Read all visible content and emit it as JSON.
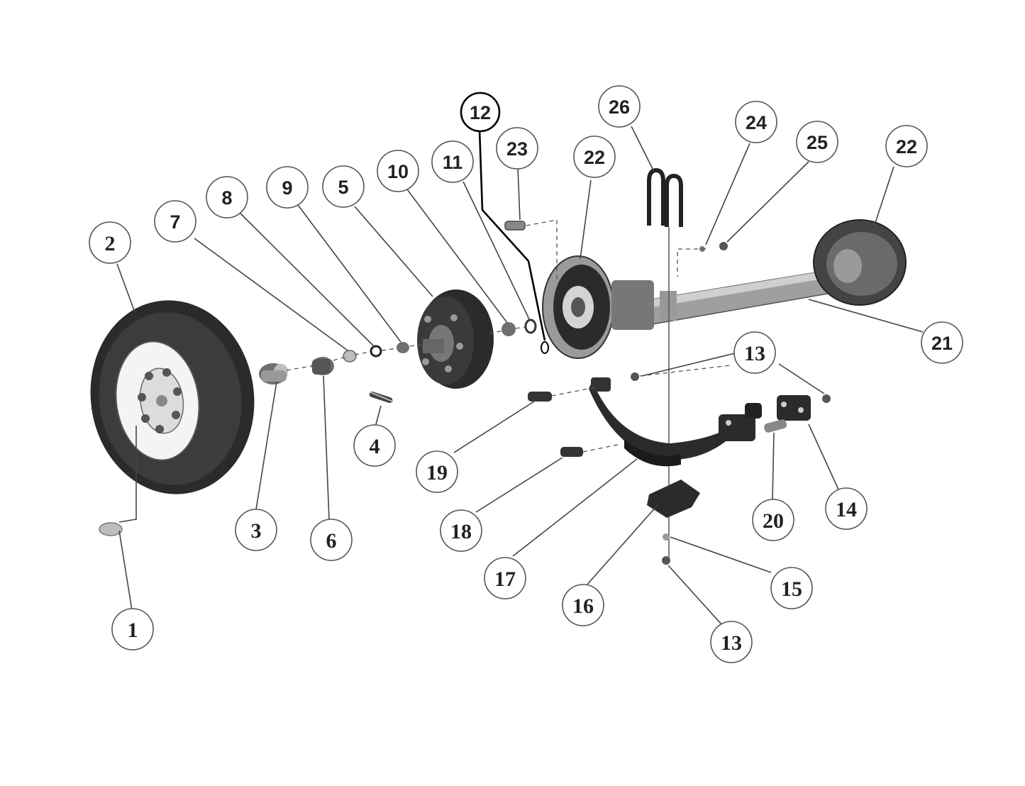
{
  "callouts": [
    {
      "id": "1",
      "label": "1"
    },
    {
      "id": "2",
      "label": "2"
    },
    {
      "id": "3",
      "label": "3"
    },
    {
      "id": "4",
      "label": "4"
    },
    {
      "id": "5",
      "label": "5"
    },
    {
      "id": "6",
      "label": "6"
    },
    {
      "id": "7",
      "label": "7"
    },
    {
      "id": "8",
      "label": "8"
    },
    {
      "id": "9",
      "label": "9"
    },
    {
      "id": "10",
      "label": "10"
    },
    {
      "id": "11",
      "label": "11"
    },
    {
      "id": "12",
      "label": "12",
      "highlighted": true
    },
    {
      "id": "13a",
      "label": "13"
    },
    {
      "id": "13b",
      "label": "13"
    },
    {
      "id": "14",
      "label": "14"
    },
    {
      "id": "15",
      "label": "15"
    },
    {
      "id": "16",
      "label": "16"
    },
    {
      "id": "17",
      "label": "17"
    },
    {
      "id": "18",
      "label": "18"
    },
    {
      "id": "19",
      "label": "19"
    },
    {
      "id": "20",
      "label": "20"
    },
    {
      "id": "21",
      "label": "21"
    },
    {
      "id": "22a",
      "label": "22"
    },
    {
      "id": "22b",
      "label": "22"
    },
    {
      "id": "23",
      "label": "23"
    },
    {
      "id": "24",
      "label": "24"
    },
    {
      "id": "25",
      "label": "25"
    },
    {
      "id": "26",
      "label": "26"
    }
  ],
  "colors": {
    "highlight_stroke": "#000000",
    "callout_stroke": "#555555",
    "part_dark": "#2b2b2b"
  }
}
